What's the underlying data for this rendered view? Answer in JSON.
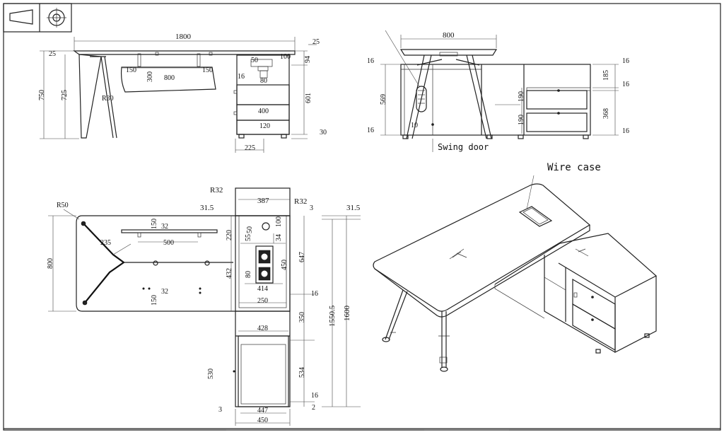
{
  "front_view": {
    "width": "1800",
    "top_thick": "25",
    "right_top": "25",
    "height_total": "750",
    "height_leg": "725",
    "radius": "R30",
    "slot_offset": "150",
    "slot_len": "800",
    "slot_h": "300",
    "slot_offset_r": "150",
    "grommet_50": "50",
    "grommet_16": "16",
    "grommet_80": "80",
    "top_gap": "100",
    "drawer1": "94",
    "drawer_w": "400",
    "drawer2": "120",
    "cab_h": "601",
    "base": "30",
    "cab_w": "225"
  },
  "side_view": {
    "width": "800",
    "h1": "16",
    "h569": "569",
    "h2": "16",
    "r185": "185",
    "r16a": "16",
    "r368": "368",
    "r16b": "16",
    "d190a": "190",
    "d190b": "190",
    "d10": "10",
    "note": "Swing door"
  },
  "plan_view": {
    "r50": "R50",
    "r32a": "R32",
    "r32b": "R32",
    "w387": "387",
    "w3": "3",
    "w31_5a": "31.5",
    "w31_5b": "31.5",
    "d150a": "150",
    "d32a": "32",
    "d500": "500",
    "d235": "235",
    "d800": "800",
    "d32b": "32",
    "d150b": "150",
    "d220": "220",
    "d55": "55",
    "d50": "50",
    "d100": "100",
    "d34": "34",
    "d647": "647",
    "d432": "432",
    "d80": "80",
    "d450a": "450",
    "d414": "414",
    "d16a": "16",
    "d250": "250",
    "d350": "350",
    "d428": "428",
    "d1550": "1550.5",
    "d1600": "1600",
    "d530": "530",
    "d534": "534",
    "d16b": "16",
    "d3": "3",
    "d447": "447",
    "d2": "2",
    "d450b": "450"
  },
  "iso_view": {
    "callout": "Wire case"
  }
}
